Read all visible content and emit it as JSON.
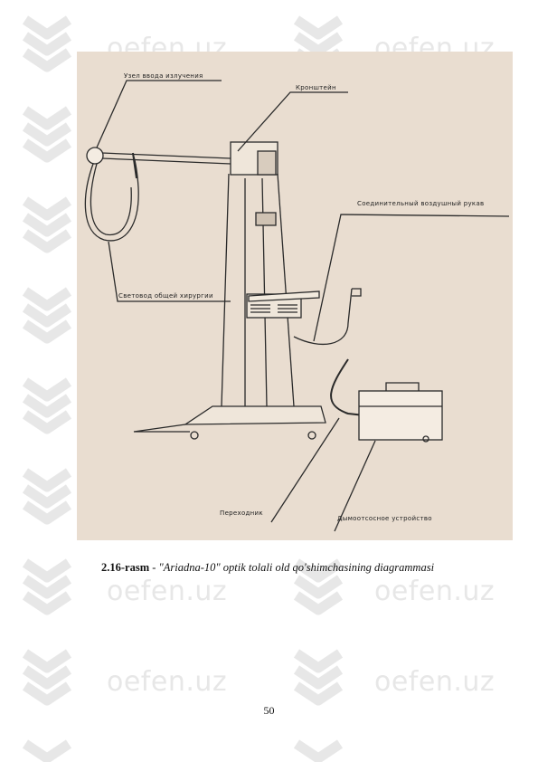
{
  "watermark": {
    "text": "oefen.uz"
  },
  "figure": {
    "labels": {
      "radiation_input": "Узел ввода излучения",
      "bracket": "Кронштейн",
      "air_sleeve": "Соединительный воздушный рукав",
      "light_guide": "Световод общей хирургии",
      "adapter": "Переходник",
      "smoke_device": "Дымоотсосное устройство"
    }
  },
  "caption": {
    "number": "2.16-rasm",
    "separator": " - ",
    "title": "\"Ariadna-10\" optik tolali old qo'shimchasining diagrammasi"
  },
  "page_number": "50"
}
